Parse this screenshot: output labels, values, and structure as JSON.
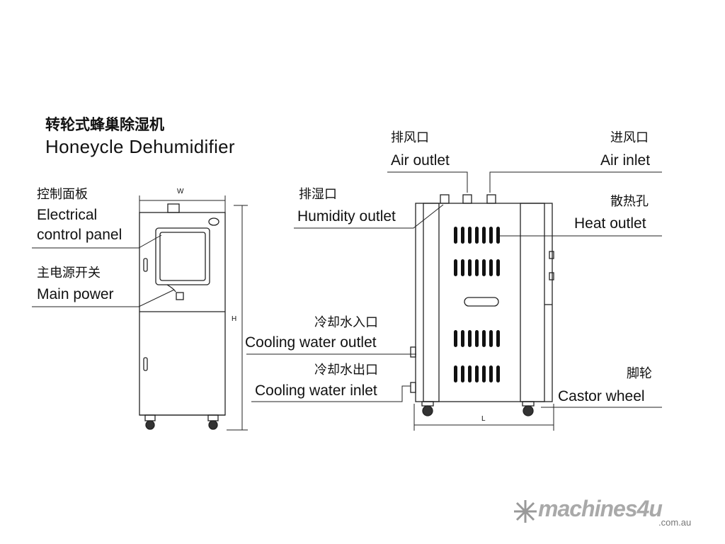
{
  "title": {
    "zh": "转轮式蜂巢除湿机",
    "en": "Honeycle Dehumidifier"
  },
  "dimensions": {
    "width": "W",
    "height": "H",
    "length": "L"
  },
  "labels": [
    {
      "id": "electrical-control-panel",
      "zh": "控制面板",
      "en": "Electrical",
      "en2": "control panel"
    },
    {
      "id": "main-power",
      "zh": "主电源开关",
      "en": "Main power"
    },
    {
      "id": "air-outlet",
      "zh": "排风口",
      "en": "Air outlet"
    },
    {
      "id": "air-inlet",
      "zh": "进风口",
      "en": "Air inlet"
    },
    {
      "id": "humidity-outlet",
      "zh": "排湿口",
      "en": "Humidity outlet"
    },
    {
      "id": "heat-outlet",
      "zh": "散热孔",
      "en": "Heat outlet"
    },
    {
      "id": "cooling-water-outlet",
      "zh": "冷却水入口",
      "en": "Cooling water outlet"
    },
    {
      "id": "cooling-water-inlet",
      "zh": "冷却水出口",
      "en": "Cooling water inlet"
    },
    {
      "id": "castor-wheel",
      "zh": "脚轮",
      "en": "Castor wheel"
    }
  ],
  "watermark": {
    "brand": "machines4u",
    "domain": ".com.au"
  }
}
